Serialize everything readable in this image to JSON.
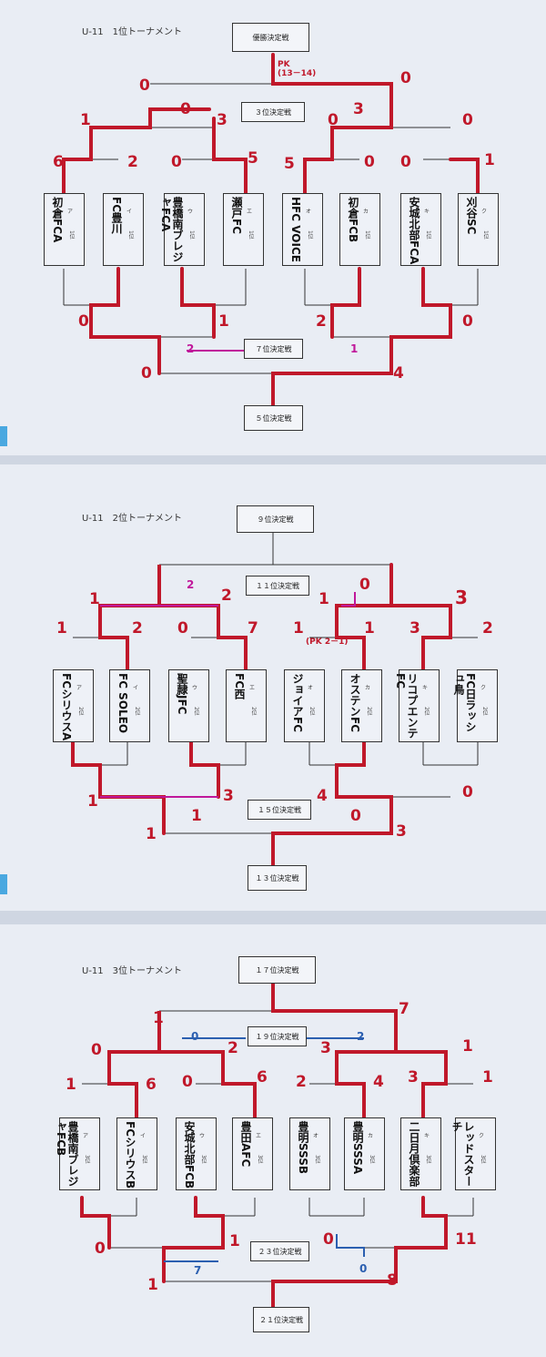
{
  "sheets": [
    {
      "title": "U-11　1位トーナメント",
      "top_box": "優勝決定戦",
      "third_box": "３位決定戦",
      "mid_box": "７位決定戦",
      "bottom_box": "５位決定戦",
      "pk_note": "PK\n(13－14)",
      "teams": [
        {
          "name": "初倉FCA",
          "kana": "ア",
          "rank": "1位"
        },
        {
          "name": "FC豊川",
          "kana": "イ",
          "rank": "1位"
        },
        {
          "name": "豊橋南ブレジャFCA",
          "kana": "ウ",
          "rank": "1位"
        },
        {
          "name": "瀬戸FC",
          "kana": "エ",
          "rank": "1位"
        },
        {
          "name": "HFC VOICE",
          "kana": "オ",
          "rank": "1位"
        },
        {
          "name": "初倉FCB",
          "kana": "カ",
          "rank": "1位"
        },
        {
          "name": "安城北部FCA",
          "kana": "キ",
          "rank": "1位"
        },
        {
          "name": "刈谷SC",
          "kana": "ク",
          "rank": "1位"
        }
      ],
      "scores": {
        "r1": [
          "6",
          "2",
          "0",
          "5",
          "5",
          "0",
          "0",
          "1"
        ],
        "sf_top": [
          "1",
          "3",
          "0",
          "0"
        ],
        "final": [
          "0",
          "0"
        ],
        "third_place": [
          "0",
          "3"
        ],
        "lower_r1": [
          "0",
          "1",
          "2",
          "0"
        ],
        "lower_mid": [
          "2",
          "1"
        ],
        "lower_final": [
          "0",
          "4"
        ]
      }
    },
    {
      "title": "U-11　2位トーナメント",
      "top_box": "９位決定戦",
      "third_box": "１１位決定戦",
      "mid_box": "１５位決定戦",
      "bottom_box": "１３位決定戦",
      "pk_note": "(PK 2－1)",
      "teams": [
        {
          "name": "FCシリウスA",
          "kana": "ア",
          "rank": "2位"
        },
        {
          "name": "FC SOLEO",
          "kana": "イ",
          "rank": "2位"
        },
        {
          "name": "聖隷JFC",
          "kana": "ウ",
          "rank": "2位"
        },
        {
          "name": "FC西",
          "kana": "エ",
          "rank": "2位"
        },
        {
          "name": "ジョイアFC",
          "kana": "オ",
          "rank": "2位"
        },
        {
          "name": "オステンFC",
          "kana": "カ",
          "rank": "2位"
        },
        {
          "name": "リコプエンテFC",
          "kana": "キ",
          "rank": "2位"
        },
        {
          "name": "FC日ラッシュ鳥",
          "kana": "ク",
          "rank": "2位"
        }
      ],
      "scores": {
        "r1": [
          "1",
          "2",
          "0",
          "7",
          "1",
          "1",
          "3",
          "2"
        ],
        "sf_top": [
          "1",
          "2",
          "1",
          "3"
        ],
        "eleventh": [
          "2",
          "0"
        ],
        "lower_r1": [
          "1",
          "3",
          "4",
          "0"
        ],
        "lower_mid": [
          "1",
          "0"
        ],
        "lower_final": [
          "1",
          "3"
        ]
      }
    },
    {
      "title": "U-11　3位トーナメント",
      "top_box": "１７位決定戦",
      "third_box": "１９位決定戦",
      "mid_box": "２３位決定戦",
      "bottom_box": "２１位決定戦",
      "teams": [
        {
          "name": "豊橋南ブレジャFCB",
          "kana": "ア",
          "rank": "3位"
        },
        {
          "name": "FCシリウスB",
          "kana": "イ",
          "rank": "3位"
        },
        {
          "name": "安城北部FCB",
          "kana": "ウ",
          "rank": "3位"
        },
        {
          "name": "豊田AFC",
          "kana": "エ",
          "rank": "3位"
        },
        {
          "name": "豊明SSSB",
          "kana": "オ",
          "rank": "3位"
        },
        {
          "name": "豊明SSSA",
          "kana": "カ",
          "rank": "3位"
        },
        {
          "name": "二日月倶楽部",
          "kana": "キ",
          "rank": "3位"
        },
        {
          "name": "レッドスターチ",
          "kana": "ク",
          "rank": "3位"
        }
      ],
      "scores": {
        "r1": [
          "1",
          "6",
          "0",
          "6",
          "2",
          "4",
          "3",
          "1"
        ],
        "sf_top": [
          "0",
          "2",
          "3",
          "1"
        ],
        "final": [
          "1",
          "7"
        ],
        "nineteenth": [
          "0",
          "2"
        ],
        "lower_r1": [
          "0",
          "1",
          "0",
          "11"
        ],
        "lower_mid": [
          "7",
          "0"
        ],
        "lower_final": [
          "1",
          "8"
        ]
      }
    }
  ],
  "colors": {
    "win_line": "#c0182a",
    "base_line": "#333333",
    "blue": "#2b5fb0",
    "pink": "#c0189a",
    "paper": "#e9edf4"
  }
}
